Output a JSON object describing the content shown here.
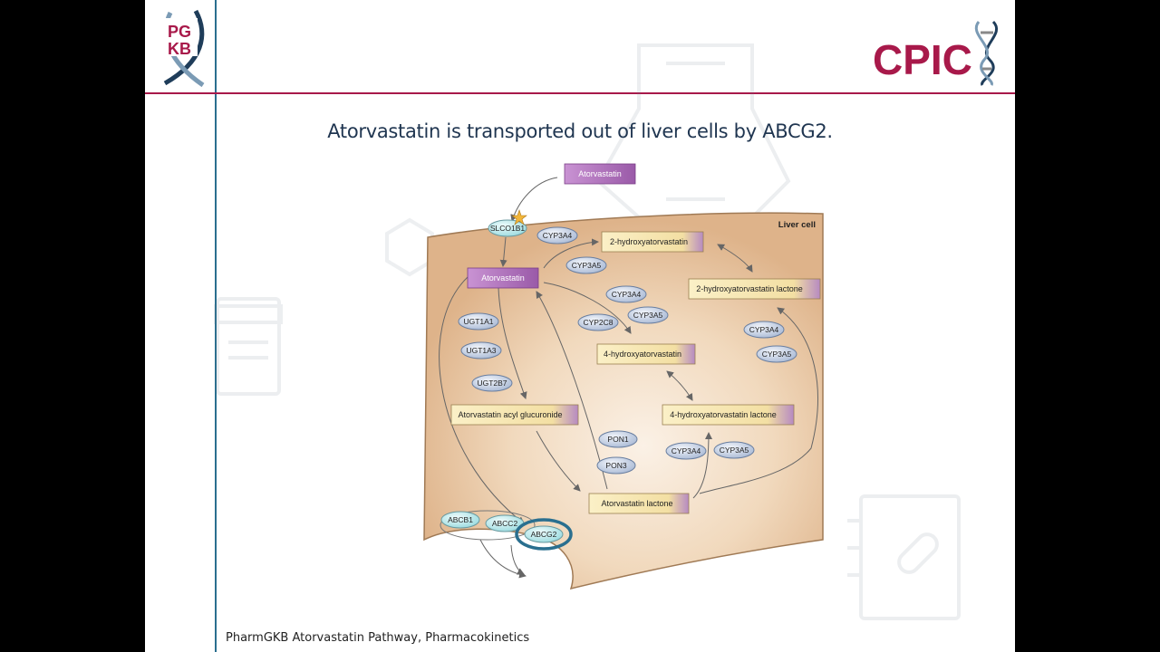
{
  "slide": {
    "title": "Atorvastatin is transported out of liver cells by ABCG2.",
    "caption": "PharmGKB Atorvastatin Pathway, Pharmacokinetics"
  },
  "logos": {
    "pgkb": {
      "line1": "PG",
      "line2": "KB"
    },
    "cpic": {
      "text": "CPIC"
    }
  },
  "colors": {
    "accent_red": "#a8194a",
    "divider_blue": "#2a6f8f",
    "cell_fill": "#e7c39c",
    "cell_stroke": "#8a6a4a",
    "drug_box": "#b67cc2",
    "metabolite_box": "#f5e4b0",
    "enzyme_oval": "#c7d3e8",
    "transporter_oval": "#aee5e8",
    "highlight_ring": "#2a6f8f"
  },
  "diagram": {
    "cell_label": "Liver cell",
    "compounds": {
      "atorvastatin_outside": "Atorvastatin",
      "atorvastatin_inside": "Atorvastatin",
      "hydroxy2": "2-hydroxyatorvastatin",
      "hydroxy2_lactone": "2-hydroxyatorvastatin lactone",
      "hydroxy4": "4-hydroxyatorvastatin",
      "hydroxy4_lactone": "4-hydroxyatorvastatin lactone",
      "acyl_glucuronide": "Atorvastatin acyl glucuronide",
      "lactone": "Atorvastatin lactone"
    },
    "enzymes": {
      "slco1b1": "SLCO1B1",
      "cyp3a4_a": "CYP3A4",
      "cyp3a5_a": "CYP3A5",
      "cyp3a4_b": "CYP3A4",
      "cyp3a5_b": "CYP3A5",
      "cyp2c8": "CYP2C8",
      "cyp3a4_c": "CYP3A4",
      "cyp3a5_c": "CYP3A5",
      "ugt1a1": "UGT1A1",
      "ugt1a3": "UGT1A3",
      "ugt2b7": "UGT2B7",
      "pon1": "PON1",
      "pon3": "PON3",
      "cyp3a4_d": "CYP3A4",
      "cyp3a5_d": "CYP3A5",
      "abcb1": "ABCB1",
      "abcc2": "ABCC2",
      "abcg2": "ABCG2"
    }
  }
}
